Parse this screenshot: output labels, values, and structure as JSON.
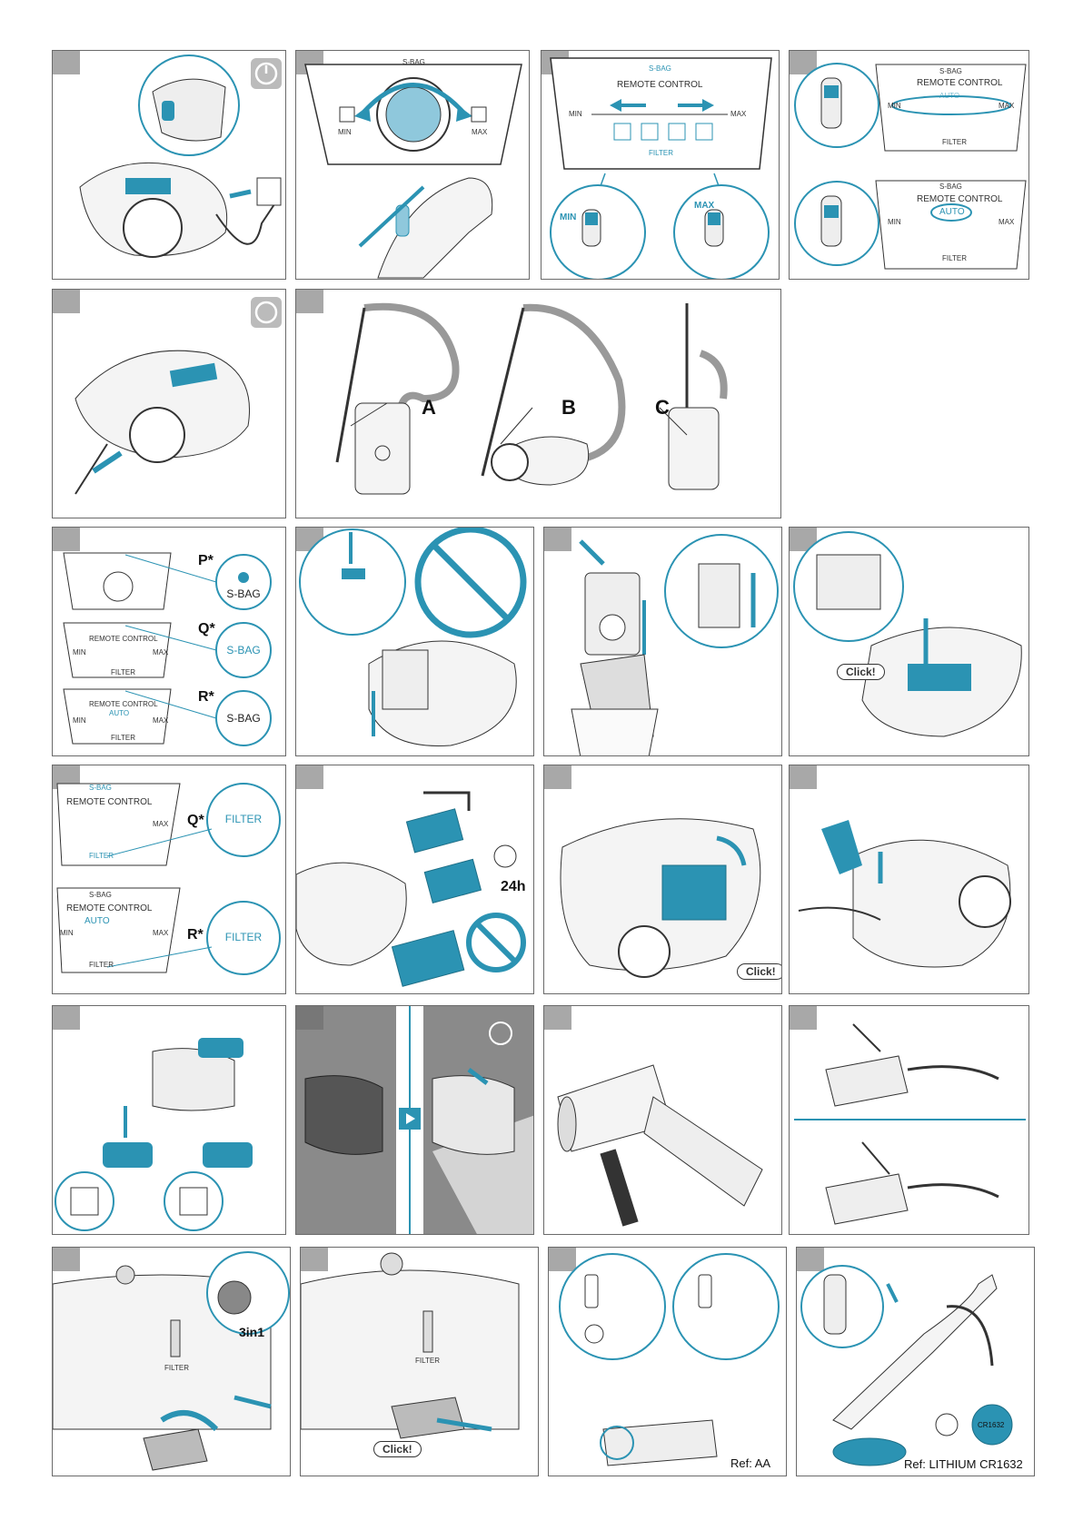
{
  "colors": {
    "accent": "#2b93b3",
    "frame": "#6a6a6a",
    "tab": "#a8a8a8",
    "light_blue": "#8fc8dc"
  },
  "p1": {
    "icon": "power-icon"
  },
  "p2": {
    "sbag": "S-BAG",
    "min": "MIN",
    "max": "MAX"
  },
  "p3": {
    "sbag": "S-BAG",
    "title": "REMOTE CONTROL",
    "min": "MIN",
    "max": "MAX",
    "filter": "FILTER",
    "btn_min": "MIN",
    "btn_max": "MAX"
  },
  "p4": {
    "sbag": "S-BAG",
    "title": "REMOTE CONTROL",
    "auto": "AUTO",
    "min": "MIN",
    "max": "MAX",
    "filter": "FILTER"
  },
  "p5": {
    "icon": "plug-icon"
  },
  "p6": {
    "labels": [
      "A",
      "B",
      "C"
    ]
  },
  "p7": {
    "p": "P*",
    "q": "Q*",
    "r": "R*",
    "sbag": "S-BAG",
    "title": "REMOTE CONTROL",
    "auto": "AUTO",
    "min": "MIN",
    "max": "MAX",
    "filter": "FILTER"
  },
  "p10": {
    "click": "Click!"
  },
  "p11": {
    "q": "Q*",
    "r": "R*",
    "sbag": "S-BAG",
    "title": "REMOTE CONTROL",
    "auto": "AUTO",
    "min": "MIN",
    "max": "MAX",
    "filter": "FILTER",
    "filter_lbl": "FILTER"
  },
  "p12": {
    "hours": "24h"
  },
  "p13": {
    "click": "Click!"
  },
  "p17": {
    "tool": "3in1",
    "filter": "FILTER"
  },
  "p18": {
    "click": "Click!",
    "filter": "FILTER"
  },
  "p19": {
    "ref": "Ref: AA"
  },
  "p20": {
    "ref": "Ref: LITHIUM CR1632",
    "battery": "CR1632"
  }
}
